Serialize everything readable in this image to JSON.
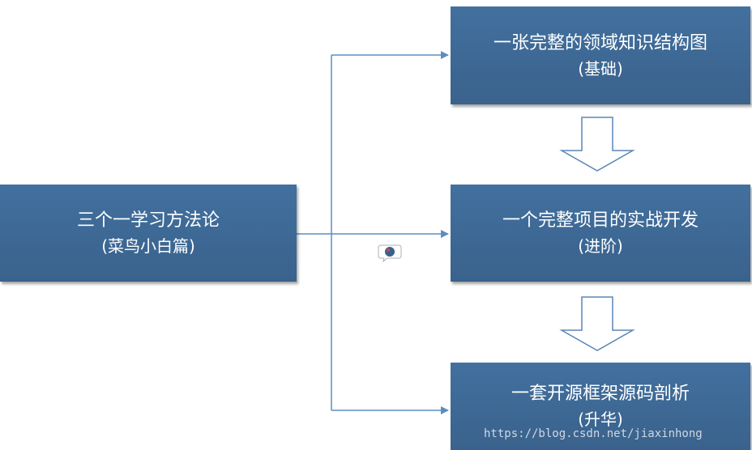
{
  "root": {
    "line1": "三个一学习方法论",
    "line2": "(菜鸟小白篇)"
  },
  "nodes": [
    {
      "line1": "一张完整的领域知识结构图",
      "line2": "(基础)"
    },
    {
      "line1": "一个完整项目的实战开发",
      "line2": "(进阶)"
    },
    {
      "line1": "一套开源框架源码剖析",
      "line2": "(升华)"
    }
  ],
  "watermark": "https://blog.csdn.net/jiaxinhong",
  "colors": {
    "box": "#3c6591",
    "connector": "#5b8ec0",
    "arrow_outline": "#5a86b5"
  }
}
